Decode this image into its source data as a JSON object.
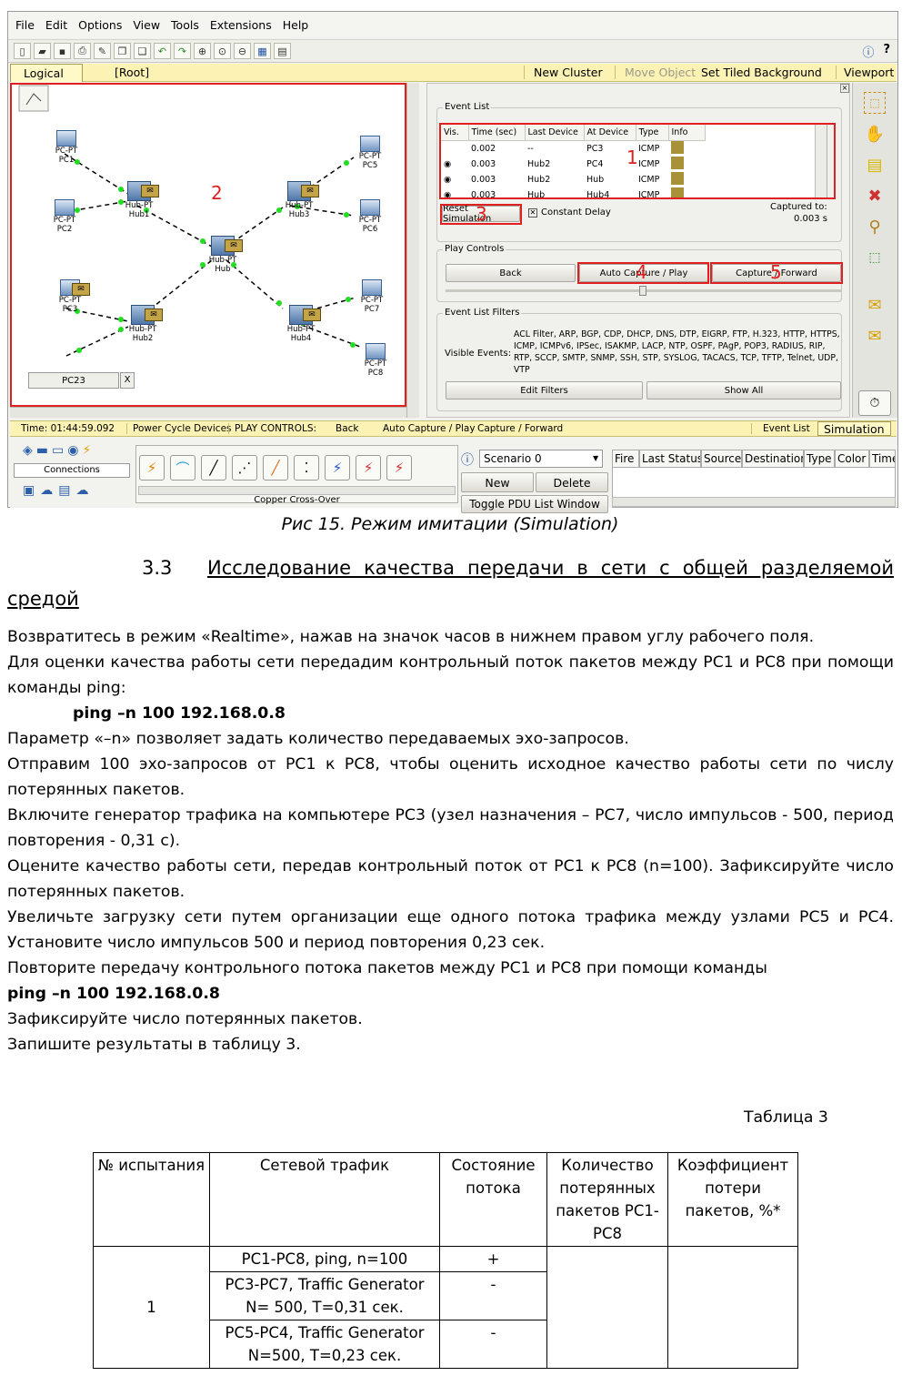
{
  "app": {
    "menu": [
      "File",
      "Edit",
      "Options",
      "View",
      "Tools",
      "Extensions",
      "Help"
    ],
    "logical_bar": {
      "tab": "Logical",
      "root": "[Root]",
      "new_cluster": "New Cluster",
      "move_object": "Move Object",
      "set_tiled_background": "Set Tiled Background",
      "viewport": "Viewport"
    },
    "topology": {
      "devices": [
        {
          "type": "PC-PT",
          "name": "PC1"
        },
        {
          "type": "PC-PT",
          "name": "PC2"
        },
        {
          "type": "PC-PT",
          "name": "PC3"
        },
        {
          "type": "PC-PT",
          "name": "PC5"
        },
        {
          "type": "PC-PT",
          "name": "PC6"
        },
        {
          "type": "PC-PT",
          "name": "PC7"
        },
        {
          "type": "PC-PT",
          "name": "PC8"
        },
        {
          "type": "Hub-PT",
          "name": "Hub1"
        },
        {
          "type": "Hub-PT",
          "name": "Hub2"
        },
        {
          "type": "Hub-PT",
          "name": "Hub3"
        },
        {
          "type": "Hub-PT",
          "name": "Hub4"
        },
        {
          "type": "Hub-PT",
          "name": "Hub"
        }
      ],
      "tooltip": "PC23",
      "tooltip_close": "X"
    },
    "event_list": {
      "group_label": "Event List",
      "columns": [
        "Vis.",
        "Time (sec)",
        "Last Device",
        "At Device",
        "Type",
        "Info"
      ],
      "rows": [
        {
          "vis": "",
          "time": "0.002",
          "last": "--",
          "at": "PC3",
          "type": "ICMP"
        },
        {
          "vis": "eye",
          "time": "0.003",
          "last": "Hub2",
          "at": "PC4",
          "type": "ICMP"
        },
        {
          "vis": "eye",
          "time": "0.003",
          "last": "Hub2",
          "at": "Hub",
          "type": "ICMP"
        },
        {
          "vis": "eye",
          "time": "0.003",
          "last": "Hub",
          "at": "Hub4",
          "type": "ICMP"
        }
      ],
      "reset_button": "Reset Simulation",
      "constant_delay": "Constant Delay",
      "captured_to_label": "Captured to:",
      "captured_to_value": "0.003 s"
    },
    "play_controls": {
      "group_label": "Play Controls",
      "back": "Back",
      "auto_capture": "Auto Capture / Play",
      "capture_forward": "Capture / Forward"
    },
    "filters": {
      "group_label": "Event List Filters",
      "visible_events_label": "Visible Events:",
      "visible_events": "ACL Filter, ARP, BGP, CDP, DHCP, DNS, DTP, EIGRP, FTP, H.323, HTTP, HTTPS, ICMP, ICMPv6, IPSec, ISAKMP, LACP, NTP, OSPF, PAgP, POP3, RADIUS, RIP, RTP, SCCP, SMTP, SNMP, SSH, STP, SYSLOG, TACACS, TCP, TFTP, Telnet, UDP, VTP",
      "edit_filters": "Edit Filters",
      "show_all": "Show All"
    },
    "annotations": [
      "1",
      "2",
      "3",
      "4",
      "5"
    ],
    "status_bar": {
      "time": "Time: 01:44:59.092",
      "power_cycle": "Power Cycle Devices",
      "play_controls": "PLAY CONTROLS:",
      "back": "Back",
      "auto_capture": "Auto Capture / Play",
      "capture_forward": "Capture / Forward",
      "event_list": "Event List",
      "simulation": "Simulation"
    },
    "bottom": {
      "connections_label": "Connections",
      "cable_label": "Copper Cross-Over",
      "scenario": "Scenario 0",
      "new": "New",
      "delete": "Delete",
      "toggle_pdu": "Toggle PDU List Window",
      "pdu_columns": [
        "Fire",
        "Last Status",
        "Source",
        "Destination",
        "Type",
        "Color",
        "Time"
      ]
    }
  },
  "document": {
    "caption": "Рис 15. Режим имитации (Simulation)",
    "section_number": "3.3",
    "section_title_line1": "Исследование качества передачи в сети  с общей разделяемой",
    "section_title_line2": "средой",
    "p1": "Возвратитесь в режим «Realtime», нажав на значок часов в нижнем правом углу рабочего поля.",
    "p2": "Для оценки качества работы сети передадим контрольный поток пакетов между PC1 и PC8 при помощи команды ping:",
    "cmd1": "ping –n 100 192.168.0.8",
    "p3": "Параметр «–n» позволяет задать количество передаваемых эхо-запросов.",
    "p4": "Отправим 100 эхо-запросов от PC1 к PC8, чтобы оценить исходное качество работы сети по числу потерянных пакетов.",
    "p5": "Включите генератор трафика на компьютере PC3 (узел назначения – PC7, число импульсов - 500, период повторения - 0,31 с).",
    "p6": "Оцените качество работы сети, передав контрольный поток от PC1 к PC8 (n=100). Зафиксируйте число потерянных пакетов.",
    "p7": "Увеличьте загрузку сети путем организации еще одного потока трафика между узлами PC5 и PC4. Установите число импульсов 500 и период повторения 0,23 сек.",
    "p8": "Повторите передачу контрольного потока пакетов между PC1 и PC8 при помощи команды",
    "cmd2": "ping –n 100 192.168.0.8",
    "p9": "Зафиксируйте число потерянных пакетов.",
    "p10": "Запишите результаты в таблицу 3.",
    "table_label": "Таблица 3",
    "table": {
      "headers": [
        "№ испытания",
        "Сетевой трафик",
        "Состояние потока",
        "Количество потерянных пакетов PC1-PC8",
        "Коэффициент потери пакетов, %*"
      ],
      "test_no": "1",
      "rows": [
        {
          "traffic": "PC1-PC8, ping, n=100",
          "state": "+"
        },
        {
          "traffic": "PC3-PC7, Traffic Generator N= 500, T=0,31 сек.",
          "state": "-"
        },
        {
          "traffic": "PC5-PC4, Traffic Generator N=500, T=0,23 сек.",
          "state": "-"
        }
      ]
    }
  }
}
